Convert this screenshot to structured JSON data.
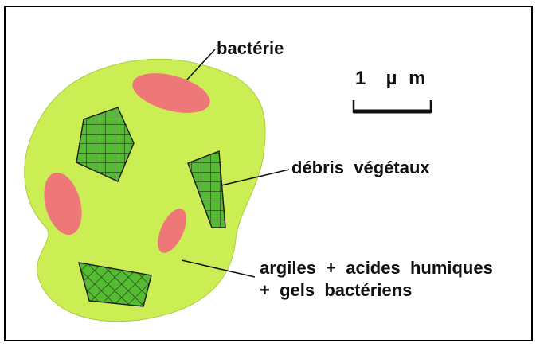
{
  "labels": {
    "bacterie": "bactérie",
    "debris": "débris  végétaux",
    "argiles_line1": "argiles  +  acides  humiques",
    "argiles_line2": "+  gels  bactériens"
  },
  "scale_bar": {
    "label": "1  µ m"
  },
  "colors": {
    "aggregate_fill": "#ccee55",
    "bacteria_fill": "#ee7777",
    "debris_fill": "#55bb33",
    "outline": "#222222"
  }
}
